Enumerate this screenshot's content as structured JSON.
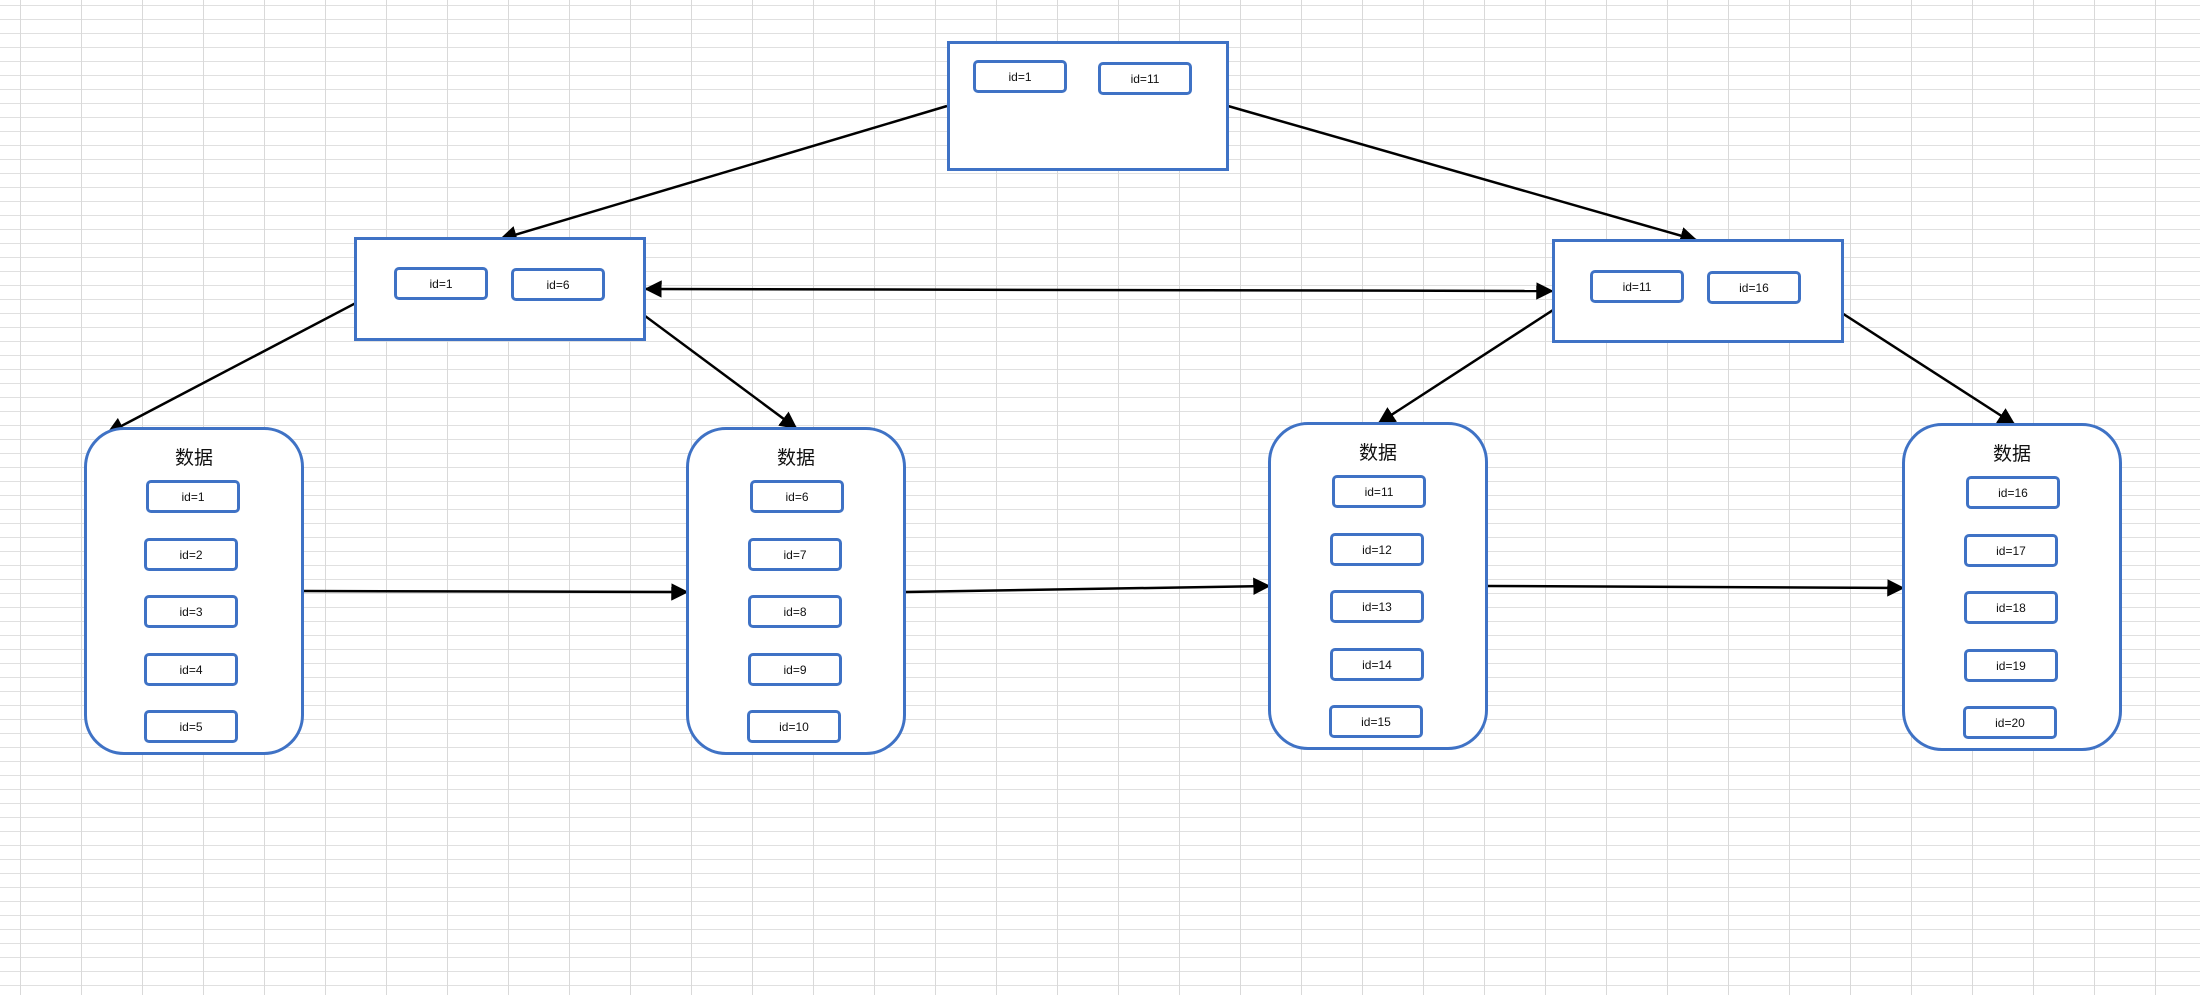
{
  "root": {
    "keys": [
      "id=1",
      "id=11"
    ]
  },
  "internal": [
    {
      "keys": [
        "id=1",
        "id=6"
      ]
    },
    {
      "keys": [
        "id=11",
        "id=16"
      ]
    }
  ],
  "leaves": [
    {
      "title": "数据",
      "rows": [
        "id=1",
        "id=2",
        "id=3",
        "id=4",
        "id=5"
      ]
    },
    {
      "title": "数据",
      "rows": [
        "id=6",
        "id=7",
        "id=8",
        "id=9",
        "id=10"
      ]
    },
    {
      "title": "数据",
      "rows": [
        "id=11",
        "id=12",
        "id=13",
        "id=14",
        "id=15"
      ]
    },
    {
      "title": "数据",
      "rows": [
        "id=16",
        "id=17",
        "id=18",
        "id=19",
        "id=20"
      ]
    }
  ],
  "colors": {
    "border": "#3f72c5",
    "inner_arrow": "#5b8fd0",
    "link": "#000000"
  }
}
